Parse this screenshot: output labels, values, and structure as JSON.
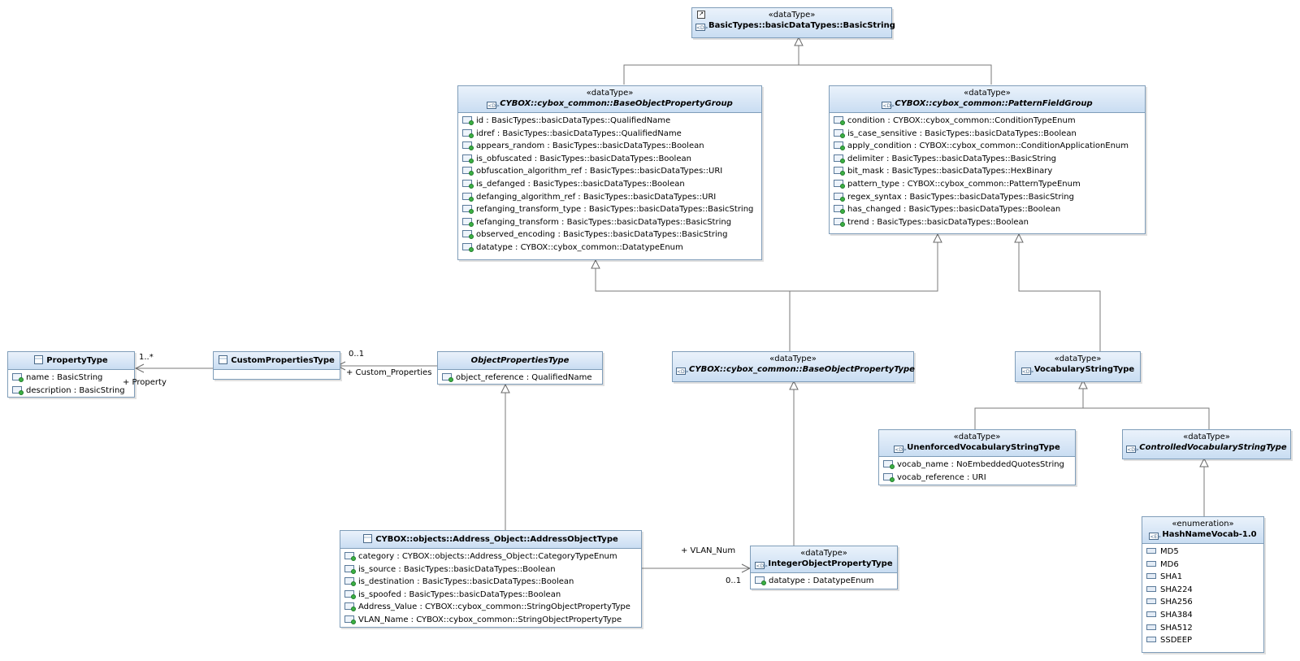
{
  "classes": {
    "basic_string": {
      "stereotype": "«dataType»",
      "name": "BasicTypes::basicDataTypes::BasicString",
      "attrs": []
    },
    "base_object_property_group": {
      "stereotype": "«dataType»",
      "name": "CYBOX::cybox_common::BaseObjectPropertyGroup",
      "attrs": [
        "id : BasicTypes::basicDataTypes::QualifiedName",
        "idref : BasicTypes::basicDataTypes::QualifiedName",
        "appears_random : BasicTypes::basicDataTypes::Boolean",
        "is_obfuscated : BasicTypes::basicDataTypes::Boolean",
        "obfuscation_algorithm_ref : BasicTypes::basicDataTypes::URI",
        "is_defanged : BasicTypes::basicDataTypes::Boolean",
        "defanging_algorithm_ref : BasicTypes::basicDataTypes::URI",
        "refanging_transform_type : BasicTypes::basicDataTypes::BasicString",
        "refanging_transform : BasicTypes::basicDataTypes::BasicString",
        "observed_encoding : BasicTypes::basicDataTypes::BasicString",
        "datatype : CYBOX::cybox_common::DatatypeEnum"
      ]
    },
    "pattern_field_group": {
      "stereotype": "«dataType»",
      "name": "CYBOX::cybox_common::PatternFieldGroup",
      "attrs": [
        "condition : CYBOX::cybox_common::ConditionTypeEnum",
        "is_case_sensitive : BasicTypes::basicDataTypes::Boolean",
        "apply_condition : CYBOX::cybox_common::ConditionApplicationEnum",
        "delimiter : BasicTypes::basicDataTypes::BasicString",
        "bit_mask : BasicTypes::basicDataTypes::HexBinary",
        "pattern_type : CYBOX::cybox_common::PatternTypeEnum",
        "regex_syntax : BasicTypes::basicDataTypes::BasicString",
        "has_changed : BasicTypes::basicDataTypes::Boolean",
        "trend : BasicTypes::basicDataTypes::Boolean"
      ]
    },
    "property_type": {
      "name": "PropertyType",
      "attrs": [
        "name : BasicString",
        "description : BasicString"
      ]
    },
    "custom_properties_type": {
      "name": "CustomPropertiesType",
      "attrs": []
    },
    "object_properties_type": {
      "name": "ObjectPropertiesType",
      "attrs": [
        "object_reference : QualifiedName"
      ]
    },
    "base_object_property_type": {
      "stereotype": "«dataType»",
      "name": "CYBOX::cybox_common::BaseObjectPropertyType",
      "attrs": []
    },
    "vocabulary_string_type": {
      "stereotype": "«dataType»",
      "name": "VocabularyStringType",
      "attrs": []
    },
    "unenforced_vocabulary_string_type": {
      "stereotype": "«dataType»",
      "name": "UnenforcedVocabularyStringType",
      "attrs": [
        "vocab_name : NoEmbeddedQuotesString",
        "vocab_reference : URI"
      ]
    },
    "controlled_vocabulary_string_type": {
      "stereotype": "«dataType»",
      "name": "ControlledVocabularyStringType",
      "attrs": []
    },
    "hash_name_vocab": {
      "stereotype": "«enumeration»",
      "name": "HashNameVocab-1.0",
      "literals": [
        "MD5",
        "MD6",
        "SHA1",
        "SHA224",
        "SHA256",
        "SHA384",
        "SHA512",
        "SSDEEP"
      ]
    },
    "address_object_type": {
      "name": "CYBOX::objects::Address_Object::AddressObjectType",
      "attrs": [
        "category : CYBOX::objects::Address_Object::CategoryTypeEnum",
        "is_source : BasicTypes::basicDataTypes::Boolean",
        "is_destination : BasicTypes::basicDataTypes::Boolean",
        "is_spoofed : BasicTypes::basicDataTypes::Boolean",
        "Address_Value : CYBOX::cybox_common::StringObjectPropertyType",
        "VLAN_Name : CYBOX::cybox_common::StringObjectPropertyType"
      ]
    },
    "integer_object_property_type": {
      "stereotype": "«dataType»",
      "name": "IntegerObjectPropertyType",
      "attrs": [
        "datatype : DatatypeEnum"
      ]
    }
  },
  "labels": {
    "property_mult": "1..*",
    "property_role": "+ Property",
    "custom_mult": "0..1",
    "custom_role": "+ Custom_Properties",
    "vlan_role": "+ VLAN_Num",
    "vlan_mult": "0..1"
  }
}
